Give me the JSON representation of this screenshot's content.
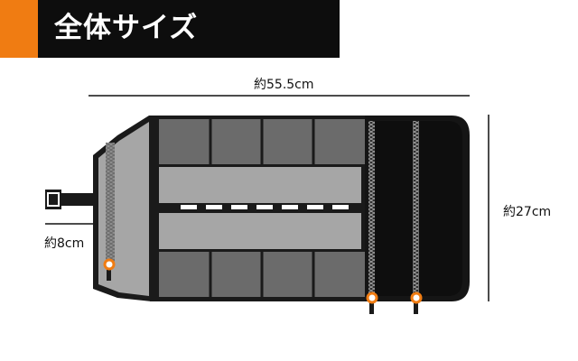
{
  "header": {
    "title": "全体サイズ",
    "bar_color": "#0d0d0d",
    "accent_color": "#f07c12"
  },
  "dimensions": {
    "width_label": "約55.5cm",
    "height_label": "約27cm",
    "flap_label": "約8cm"
  },
  "product": {
    "name_icon": "tool-roll-bag-diagram"
  }
}
